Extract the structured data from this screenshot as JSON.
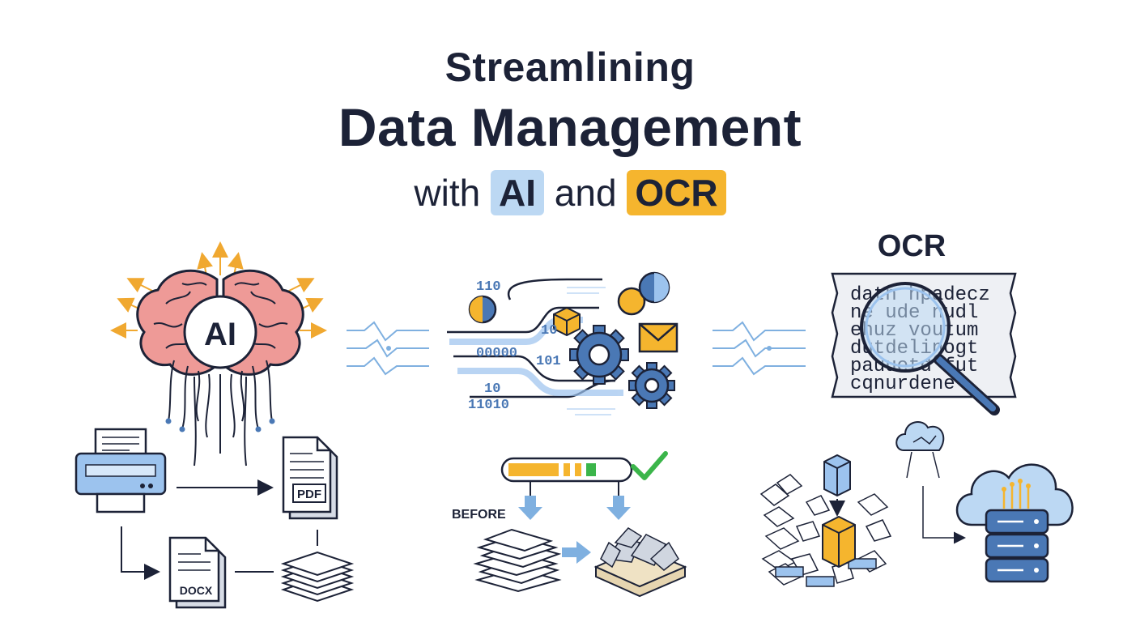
{
  "title": {
    "line1": "Streamlining",
    "line2": "Data Management",
    "line3_prefix": "with",
    "line3_ai": "AI",
    "line3_mid": "and",
    "line3_ocr": "OCR"
  },
  "ai_section": {
    "brain_label": "AI",
    "pdf_label": "PDF",
    "docx_label": "DOCX"
  },
  "processing_section": {
    "binary_lines": [
      "110",
      "10",
      "00000",
      "101",
      "10",
      "11010"
    ],
    "before_label": "BEFORE"
  },
  "ocr_section": {
    "heading": "OCR",
    "scanned_text": [
      "datn hpadecz",
      "ne ude nudl",
      "ehuz voutum",
      "dutdelinogt",
      "pauuetd fut",
      "cqnurdene"
    ]
  },
  "colors": {
    "navy": "#1c2237",
    "blue": "#4a78b5",
    "light_blue": "#bcd8f3",
    "orange": "#f5b52e",
    "brain_pink": "#ee9a97",
    "green": "#3bb54a"
  }
}
